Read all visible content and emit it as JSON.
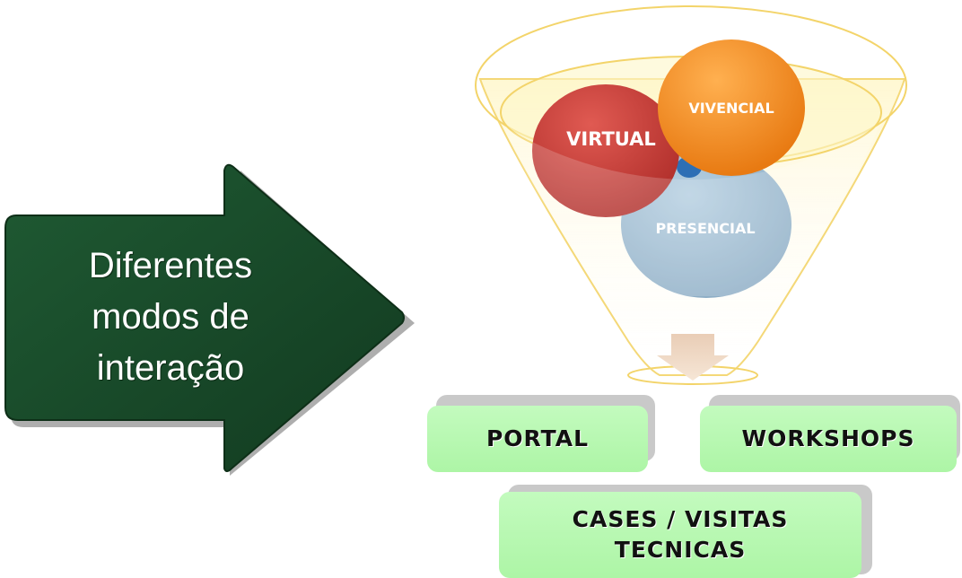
{
  "arrow": {
    "line1": "Diferentes",
    "line2": "modos de",
    "line3": "interação",
    "color": "#1a4d2a"
  },
  "funnel": {
    "circles": {
      "virtual": {
        "label": "VIRTUAL",
        "color": "#c63a36"
      },
      "vivencial": {
        "label": "VIVENCIAL",
        "color": "#f28a22"
      },
      "presencial": {
        "label": "PRESENCIAL",
        "color": "#9cb9cf"
      }
    }
  },
  "boxes": {
    "portal": "PORTAL",
    "workshops": "WORKSHOPS",
    "cases_line1": "CASES / VISITAS",
    "cases_line2": "TECNICAS",
    "fill": "#b6f9b0"
  }
}
